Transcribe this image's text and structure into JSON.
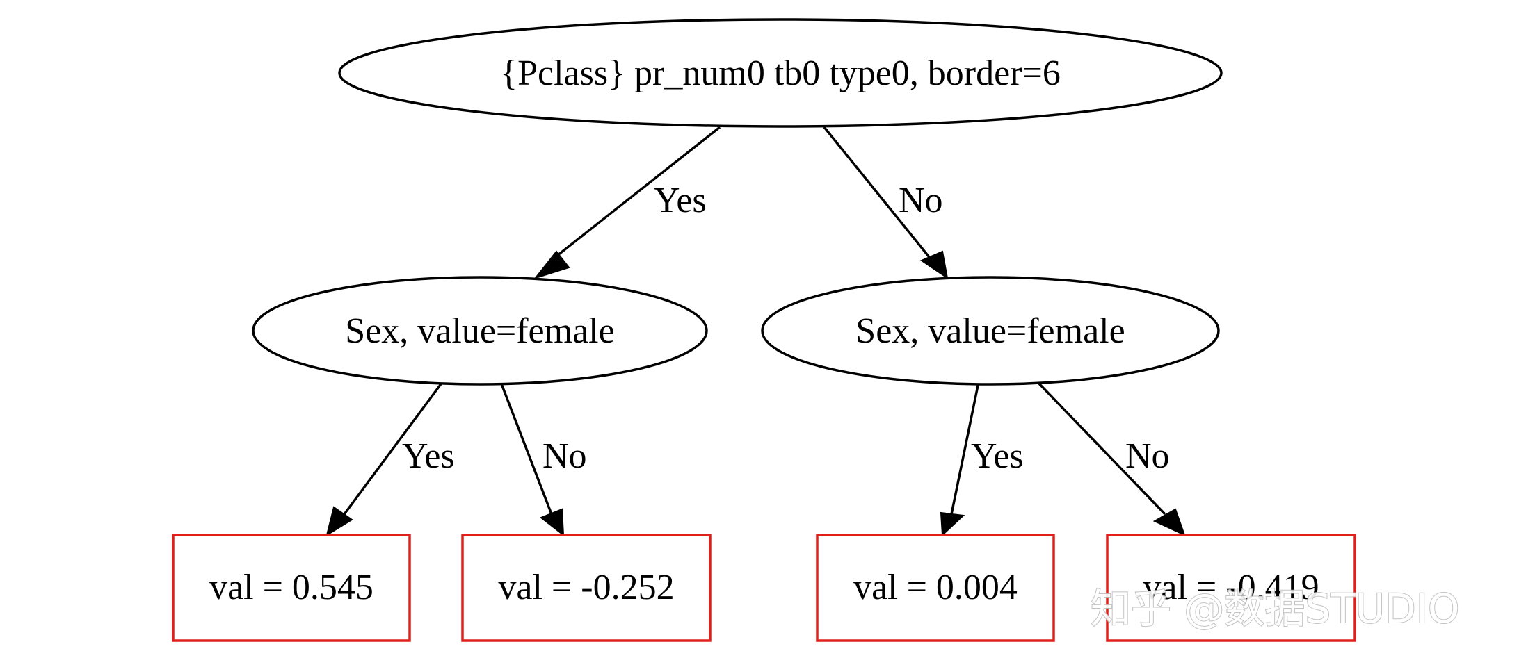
{
  "diagram": {
    "root": {
      "label": "{Pclass} pr_num0 tb0 type0, border=6"
    },
    "left_split": {
      "label": "Sex, value=female"
    },
    "right_split": {
      "label": "Sex, value=female"
    },
    "leaves": [
      {
        "label": "val = 0.545"
      },
      {
        "label": "val = -0.252"
      },
      {
        "label": "val = 0.004"
      },
      {
        "label": "val = -0.419"
      }
    ],
    "edges": {
      "root_yes": "Yes",
      "root_no": "No",
      "left_yes": "Yes",
      "left_no": "No",
      "right_yes": "Yes",
      "right_no": "No"
    },
    "colors": {
      "stroke": "#000000",
      "leaf_border": "#e0201b",
      "background": "#ffffff"
    }
  },
  "watermark": {
    "text": "知乎 @数据STUDIO"
  }
}
